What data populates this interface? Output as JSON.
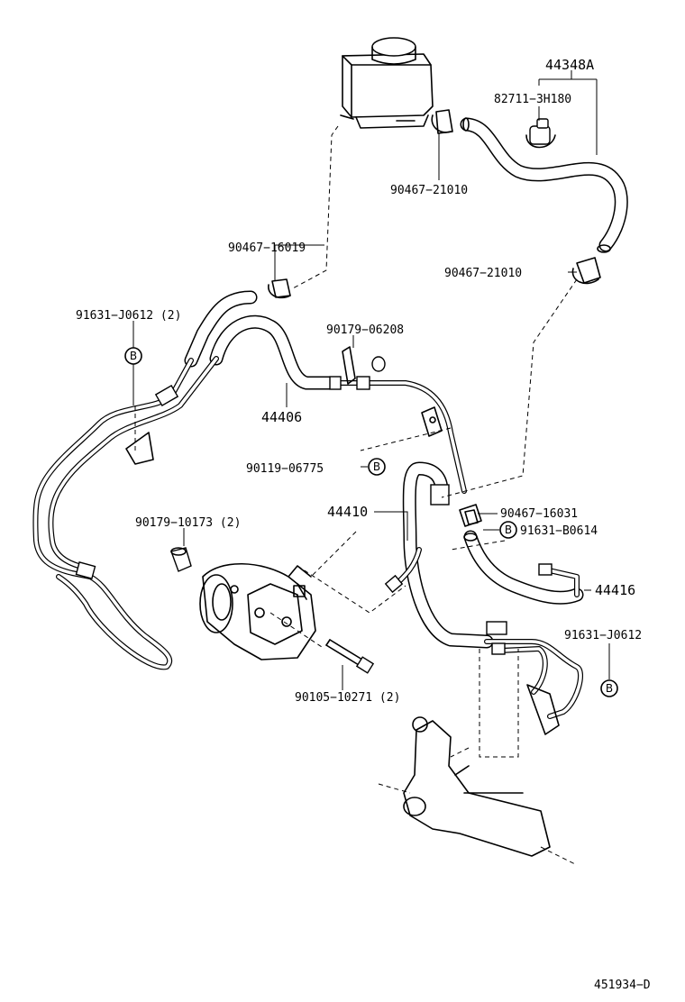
{
  "labels": {
    "p44348A": "44348A",
    "p82711_3H180": "82711−3H180",
    "p90467_21010_top": "90467−21010",
    "p90467_16019": "90467−16019",
    "p90467_21010_mid": "90467−21010",
    "p91631_J0612_2": "91631−J0612 (2)",
    "p90179_06208": "90179−06208",
    "p44406": "44406",
    "p90119_06775": "90119−06775",
    "p44410": "44410",
    "p90467_16031": "90467−16031",
    "p91631_B0614": "91631−B0614",
    "p90179_10173_2": "90179−10173 (2)",
    "p44416": "44416",
    "p91631_J0612": "91631−J0612",
    "p90105_10271_2": "90105−10271 (2)",
    "diagram_id": "451934−D"
  },
  "ref_marker": "B"
}
